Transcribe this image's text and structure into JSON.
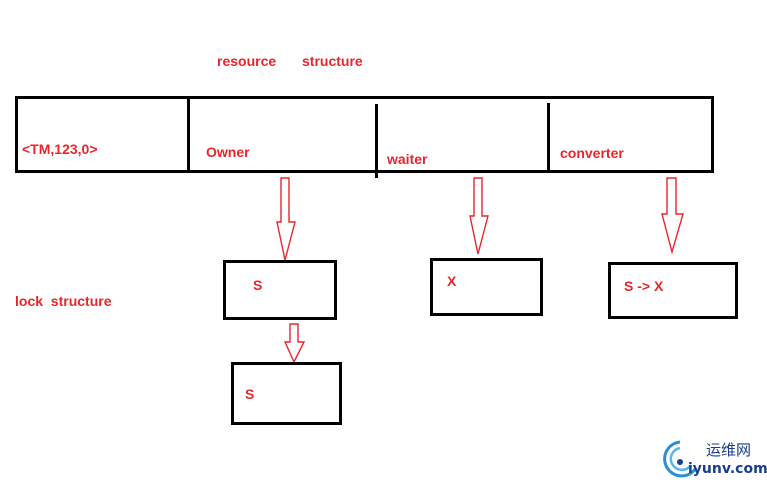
{
  "resource": {
    "title_word1": "resource",
    "title_word2": "structure",
    "cells": [
      {
        "label": "<TM,123,0>"
      },
      {
        "label": "Owner"
      },
      {
        "label": "waiter"
      },
      {
        "label": "converter"
      }
    ]
  },
  "lock": {
    "title": "lock  structure",
    "owner_locks": [
      "S",
      "S"
    ],
    "waiter_lock": "X",
    "converter_lock": "S -> X"
  },
  "watermark": {
    "chinese": "运维网",
    "site": "iyunv.com"
  },
  "colors": {
    "label": "#e8262b",
    "border": "#000000",
    "arrow": "#e8262b",
    "watermark": "#1a3d8c"
  }
}
